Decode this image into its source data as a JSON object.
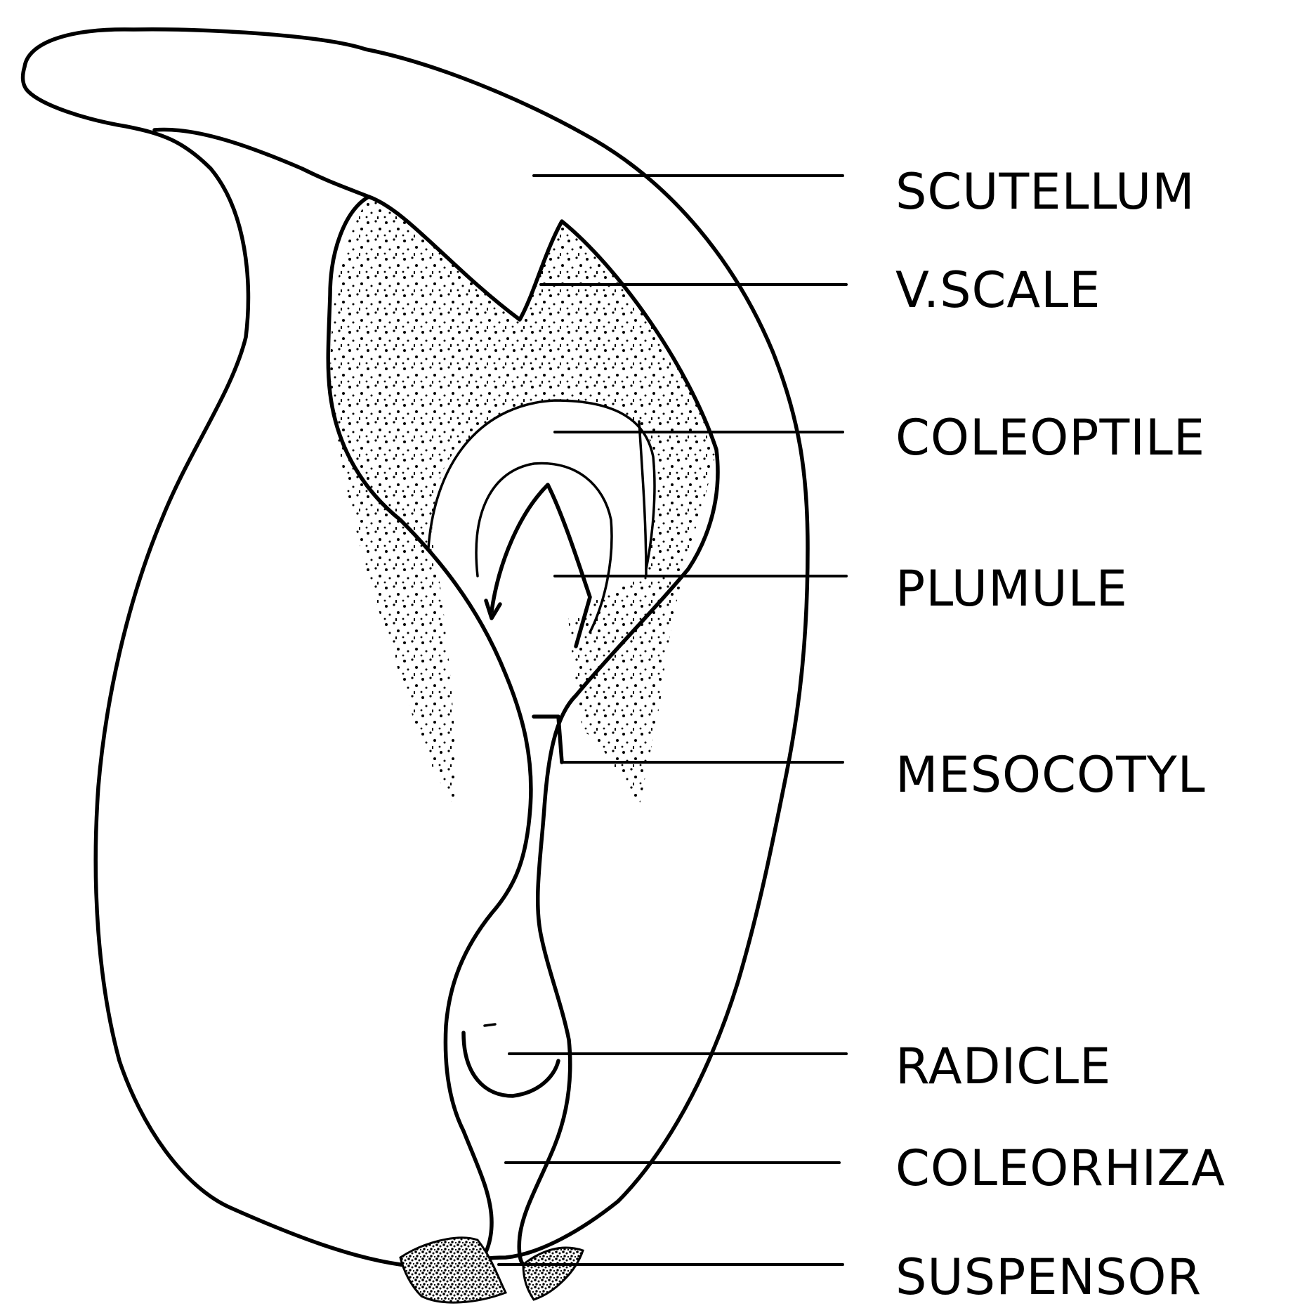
{
  "labels": {
    "scutellum": "SCUTELLUM",
    "v_scale": "V.SCALE",
    "coleoptile": "COLEOPTILE",
    "plumule": "PLUMULE",
    "mesocotyl": "MESOCOTYL",
    "radicle": "RADICLE",
    "coleorhiza": "COLEORHIZA",
    "suspensor": "SUSPENSOR"
  }
}
